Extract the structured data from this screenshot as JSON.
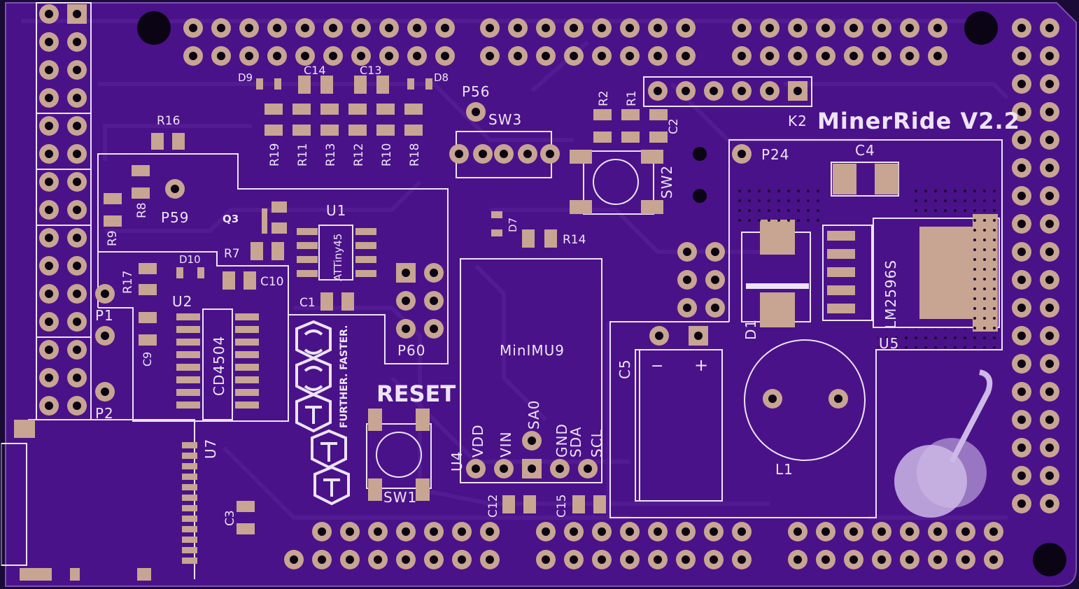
{
  "board": {
    "title": "MinerRide V2.2",
    "colors": {
      "substrate": "#4a1289",
      "copper": "#c7a592",
      "silk": "#ece4f6",
      "hole": "#0a0414"
    }
  },
  "refs": {
    "d9": "D9",
    "c14": "C14",
    "c13": "C13",
    "d8": "D8",
    "p56": "P56",
    "sw3": "SW3",
    "r2": "R2",
    "r1": "R1",
    "c2": "C2",
    "k2": "K2",
    "r16": "R16",
    "p24": "P24",
    "c4": "C4",
    "r19": "R19",
    "r11": "R11",
    "r13": "R13",
    "r12": "R12",
    "r10": "R10",
    "r18": "R18",
    "sw2": "SW2",
    "p59": "P59",
    "r8": "R8",
    "r9": "R9",
    "q3": "Q3",
    "u1": "U1",
    "r7": "R7",
    "d7": "D7",
    "r14": "R14",
    "d10": "D10",
    "r17": "R17",
    "c10": "C10",
    "lm": "LM2596S",
    "c1": "C1",
    "u2": "U2",
    "p1": "P1",
    "cd": "CD4504",
    "c9": "C9",
    "d1": "D1",
    "u5": "U5",
    "p60": "P60",
    "minimu": "MinIMU9",
    "c5": "C5",
    "reset": "RESET",
    "p2": "P2",
    "u7": "U7",
    "l1": "L1",
    "u4": "U4",
    "sw1": "SW1",
    "c3": "C3",
    "c12": "C12",
    "c15": "C15",
    "vdd": "VDD",
    "vin": "VIN",
    "sa0": "SA0",
    "gnd": "GND",
    "sda": "SDA",
    "scl": "SCL",
    "minus": "−",
    "plus": "+",
    "attiny": "ATTiny45",
    "further": "FURTHER. FASTER."
  }
}
